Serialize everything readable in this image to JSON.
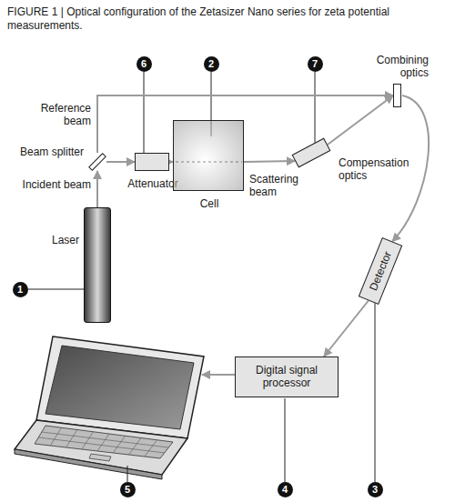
{
  "diagram": {
    "title": "FIGURE 1 | Optical configuration of the Zetasizer Nano series for zeta potential measurements.",
    "nodes": [
      {
        "text": [
          "Laser"
        ]
      },
      {
        "text": [
          "Beam splitter"
        ]
      },
      {
        "text": [
          "Attenuator"
        ]
      },
      {
        "text": [
          "Cell"
        ]
      },
      {
        "text": [
          "Compensation optics"
        ]
      },
      {
        "text": [
          "Combining optics"
        ]
      },
      {
        "text": [
          "Detector"
        ]
      },
      {
        "text": [
          "Digital signal processor"
        ]
      }
    ],
    "edges": [
      {
        "from": 0,
        "to": 1,
        "label": "Incident beam",
        "arrow": "to"
      },
      {
        "from": 1,
        "to": 5,
        "label": "Reference beam",
        "arrow": "to"
      },
      {
        "from": 1,
        "to": 2,
        "arrow": "to"
      },
      {
        "from": 2,
        "to": 3,
        "arrow": "to"
      },
      {
        "from": 3,
        "to": 4,
        "label": "Scattering beam",
        "arrow": "to"
      },
      {
        "from": 4,
        "to": 5,
        "arrow": "to"
      },
      {
        "from": 5,
        "to": 6,
        "arrow": "to"
      },
      {
        "from": 6,
        "to": 7,
        "arrow": "to"
      }
    ],
    "labels": [
      "6",
      "2",
      "7",
      "1",
      "5",
      "4",
      "3"
    ]
  }
}
